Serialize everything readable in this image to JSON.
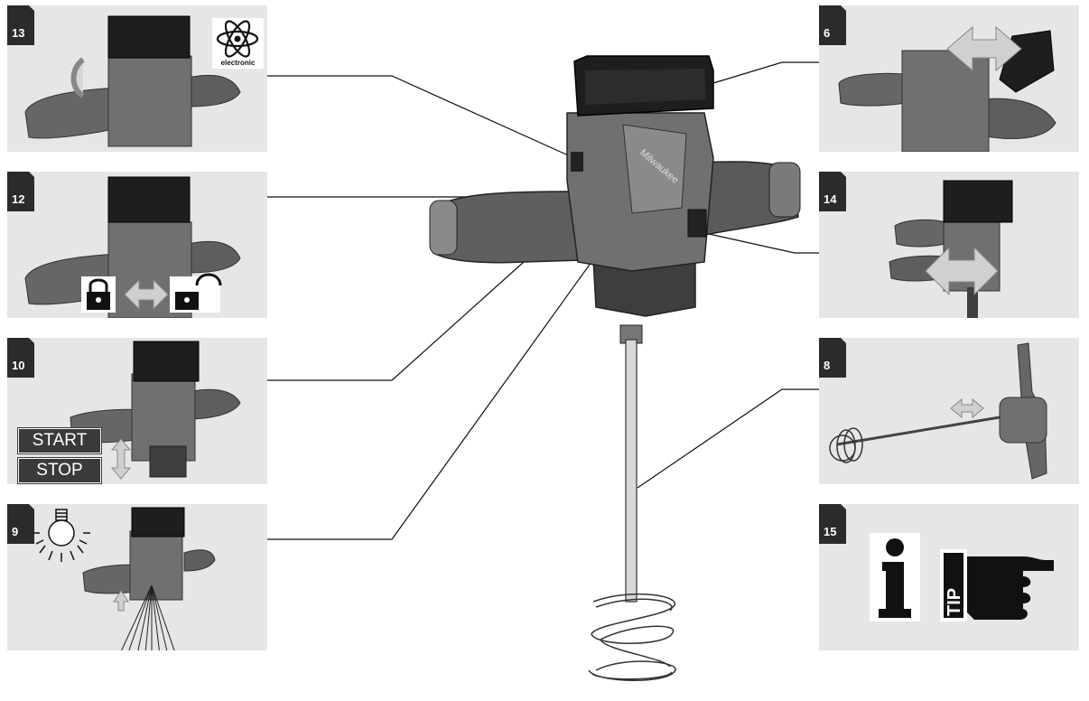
{
  "panels": {
    "p13": {
      "number": "13",
      "icon_caption": "electronic"
    },
    "p12": {
      "number": "12"
    },
    "p10": {
      "number": "10",
      "start_label": "START",
      "stop_label": "STOP"
    },
    "p9": {
      "number": "9"
    },
    "p6": {
      "number": "6"
    },
    "p14": {
      "number": "14"
    },
    "p8": {
      "number": "8"
    },
    "p15": {
      "number": "15",
      "tip_text": "TIP"
    }
  },
  "icons": [
    "atom-icon",
    "lock-closed-icon",
    "lock-open-icon",
    "double-arrow-icon",
    "lamp-icon",
    "info-icon",
    "pointing-hand-icon"
  ],
  "colors": {
    "panel_bg": "#e6e6e6",
    "tag_bg": "#2b2b2b",
    "tool_body": "#5a5a5a",
    "battery": "#1e1e1e",
    "arrow_fill": "#c8c8c8"
  }
}
